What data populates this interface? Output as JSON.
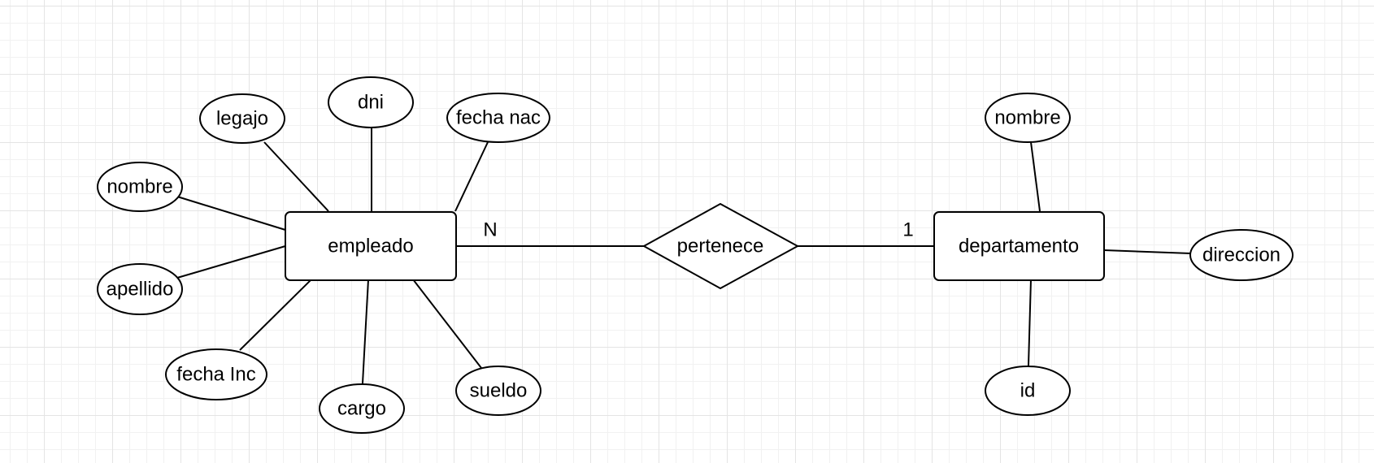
{
  "diagram": {
    "entities": {
      "empleado": "empleado",
      "departamento": "departamento"
    },
    "relationship": {
      "label": "pertenece",
      "cardinality_left": "N",
      "cardinality_right": "1"
    },
    "empleado_attributes": {
      "legajo": "legajo",
      "dni": "dni",
      "fecha_nac": "fecha nac",
      "nombre": "nombre",
      "apellido": "apellido",
      "fecha_inc": "fecha Inc",
      "cargo": "cargo",
      "sueldo": "sueldo"
    },
    "departamento_attributes": {
      "nombre": "nombre",
      "direccion": "direccion",
      "id": "id"
    }
  }
}
